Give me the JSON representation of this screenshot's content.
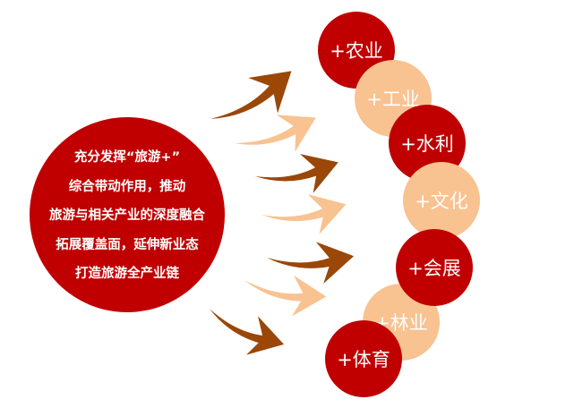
{
  "colors": {
    "red": "#c00000",
    "peach": "#f8c291",
    "brown": "#9a4708"
  },
  "center": {
    "lines": [
      "充分发挥“旅游+”",
      "综合带动作用，推动",
      "旅游与相关产业的深度融合",
      "拓展覆盖面，延伸新业态",
      "打造旅游全产业链"
    ]
  },
  "industries": [
    {
      "label": "+农业",
      "color": "red"
    },
    {
      "label": "+工业",
      "color": "peach"
    },
    {
      "label": "+水利",
      "color": "red"
    },
    {
      "label": "+文化",
      "color": "peach"
    },
    {
      "label": "+会展",
      "color": "red"
    },
    {
      "label": "+林业",
      "color": "peach"
    },
    {
      "label": "+体育",
      "color": "red"
    }
  ]
}
